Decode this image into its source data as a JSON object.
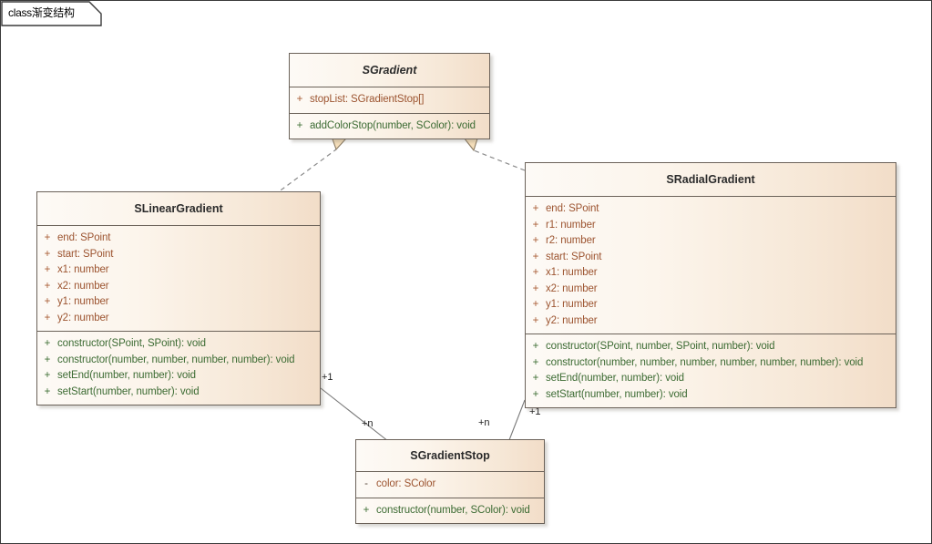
{
  "diagram": {
    "tab_keyword": "class",
    "tab_title": "渐变结构",
    "tab_label": "class渐变结构"
  },
  "colors": {
    "box_border": "#6b6259",
    "box_fill_left": "#fdfaf6",
    "box_fill_right": "#f2ddc8",
    "attribute_text": "#9c5430",
    "method_text": "#3c6b33",
    "title_text": "#2b2b2b",
    "connector": "#7a7a7a",
    "arrowhead_fill": "#f5deba"
  },
  "classes": [
    {
      "id": "sgradient",
      "name": "SGradient",
      "abstract": true,
      "attributes": [
        {
          "visibility": "+",
          "signature": "stopList: SGradientStop[]"
        }
      ],
      "methods": [
        {
          "visibility": "+",
          "signature": "addColorStop(number, SColor): void"
        }
      ]
    },
    {
      "id": "slineargradient",
      "name": "SLinearGradient",
      "abstract": false,
      "attributes": [
        {
          "visibility": "+",
          "signature": "end: SPoint"
        },
        {
          "visibility": "+",
          "signature": "start: SPoint"
        },
        {
          "visibility": "+",
          "signature": "x1: number"
        },
        {
          "visibility": "+",
          "signature": "x2: number"
        },
        {
          "visibility": "+",
          "signature": "y1: number"
        },
        {
          "visibility": "+",
          "signature": "y2: number"
        }
      ],
      "methods": [
        {
          "visibility": "+",
          "signature": "constructor(SPoint, SPoint): void"
        },
        {
          "visibility": "+",
          "signature": "constructor(number, number, number, number): void"
        },
        {
          "visibility": "+",
          "signature": "setEnd(number, number): void"
        },
        {
          "visibility": "+",
          "signature": "setStart(number, number): void"
        }
      ]
    },
    {
      "id": "sradialgradient",
      "name": "SRadialGradient",
      "abstract": false,
      "attributes": [
        {
          "visibility": "+",
          "signature": "end: SPoint"
        },
        {
          "visibility": "+",
          "signature": "r1: number"
        },
        {
          "visibility": "+",
          "signature": "r2: number"
        },
        {
          "visibility": "+",
          "signature": "start: SPoint"
        },
        {
          "visibility": "+",
          "signature": "x1: number"
        },
        {
          "visibility": "+",
          "signature": "x2: number"
        },
        {
          "visibility": "+",
          "signature": "y1: number"
        },
        {
          "visibility": "+",
          "signature": "y2: number"
        }
      ],
      "methods": [
        {
          "visibility": "+",
          "signature": "constructor(SPoint, number, SPoint, number): void"
        },
        {
          "visibility": "+",
          "signature": "constructor(number, number, number, number, number, number): void"
        },
        {
          "visibility": "+",
          "signature": "setEnd(number, number): void"
        },
        {
          "visibility": "+",
          "signature": "setStart(number, number): void"
        }
      ]
    },
    {
      "id": "sgradientstop",
      "name": "SGradientStop",
      "abstract": false,
      "attributes": [
        {
          "visibility": "-",
          "signature": "color: SColor"
        }
      ],
      "methods": [
        {
          "visibility": "+",
          "signature": "constructor(number, SColor): void"
        }
      ]
    }
  ],
  "relations": [
    {
      "id": "linear-realizes-gradient",
      "type": "realization",
      "from": "SLinearGradient",
      "to": "SGradient",
      "style": "dashed",
      "arrow": "hollow-triangle"
    },
    {
      "id": "radial-realizes-gradient",
      "type": "realization",
      "from": "SRadialGradient",
      "to": "SGradient",
      "style": "dashed",
      "arrow": "hollow-triangle"
    },
    {
      "id": "linear-to-stop",
      "type": "association",
      "from": "SLinearGradient",
      "to": "SGradientStop",
      "style": "solid",
      "source_multiplicity": "+1",
      "target_multiplicity": "+n"
    },
    {
      "id": "radial-to-stop",
      "type": "association",
      "from": "SRadialGradient",
      "to": "SGradientStop",
      "style": "solid",
      "source_multiplicity": "+1",
      "target_multiplicity": "+n"
    }
  ],
  "edge_labels": {
    "linear_one": "+1",
    "linear_n": "+n",
    "radial_one": "+1",
    "radial_n": "+n"
  }
}
